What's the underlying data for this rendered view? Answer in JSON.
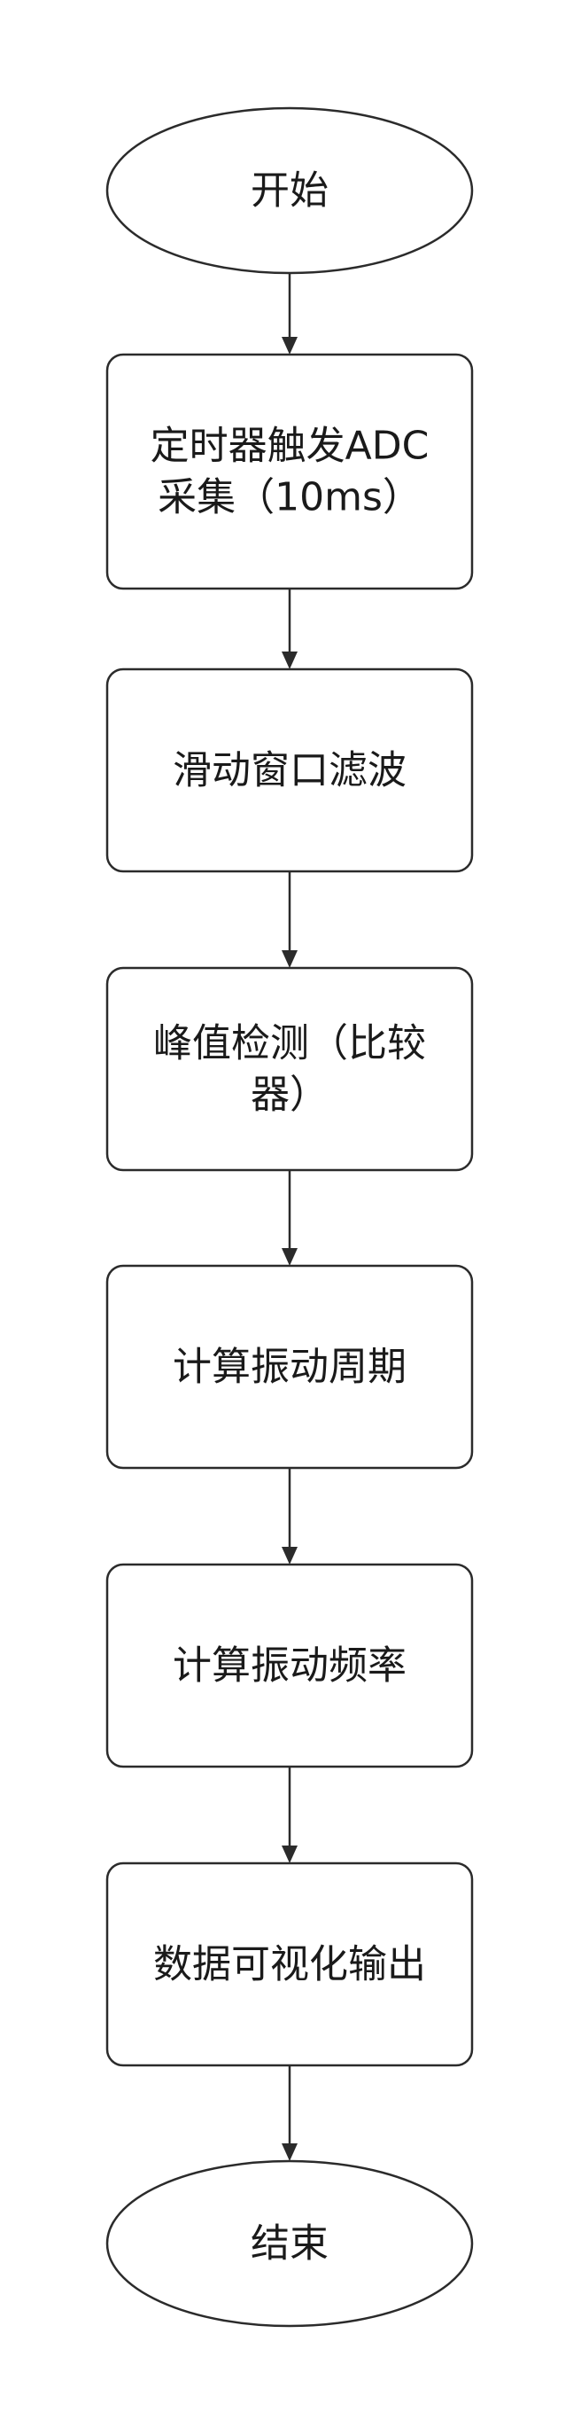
{
  "flowchart": {
    "nodes": [
      {
        "id": "start",
        "shape": "ellipse",
        "lines": [
          "开始"
        ]
      },
      {
        "id": "adc",
        "shape": "rounded-rect",
        "lines": [
          "定时器触发ADC",
          "采集（10ms）"
        ]
      },
      {
        "id": "filter",
        "shape": "rounded-rect",
        "lines": [
          "滑动窗口滤波"
        ]
      },
      {
        "id": "peak",
        "shape": "rounded-rect",
        "lines": [
          "峰值检测（比较",
          "器）"
        ]
      },
      {
        "id": "period",
        "shape": "rounded-rect",
        "lines": [
          "计算振动周期"
        ]
      },
      {
        "id": "freq",
        "shape": "rounded-rect",
        "lines": [
          "计算振动频率"
        ]
      },
      {
        "id": "viz",
        "shape": "rounded-rect",
        "lines": [
          "数据可视化输出"
        ]
      },
      {
        "id": "end",
        "shape": "ellipse",
        "lines": [
          "结束"
        ]
      }
    ],
    "edges": [
      {
        "from": "start",
        "to": "adc"
      },
      {
        "from": "adc",
        "to": "filter"
      },
      {
        "from": "filter",
        "to": "peak"
      },
      {
        "from": "peak",
        "to": "period"
      },
      {
        "from": "period",
        "to": "freq"
      },
      {
        "from": "freq",
        "to": "viz"
      },
      {
        "from": "viz",
        "to": "end"
      }
    ],
    "colors": {
      "stroke": "#2b2b2b",
      "fill": "#ffffff",
      "text": "#1a1a1a"
    }
  }
}
